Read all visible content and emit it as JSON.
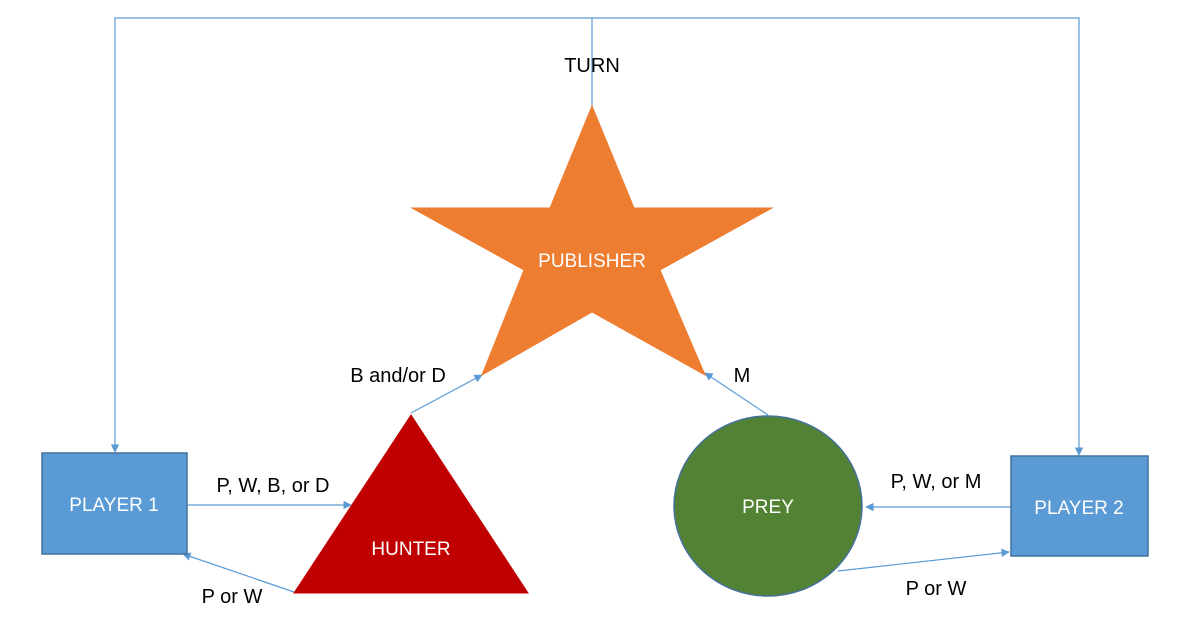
{
  "nodes": {
    "publisher": {
      "label": "PUBLISHER",
      "color": "#ed7d31"
    },
    "hunter": {
      "label": "HUNTER",
      "color": "#c00000"
    },
    "prey": {
      "label": "PREY",
      "color": "#548235"
    },
    "player1": {
      "label": "PLAYER 1",
      "color": "#5b9bd5"
    },
    "player2": {
      "label": "PLAYER 2",
      "color": "#5b9bd5"
    }
  },
  "edges": {
    "turn": "TURN",
    "hunter_to_publisher": "B and/or D",
    "prey_to_publisher": "M",
    "player1_to_hunter": "P, W, B, or D",
    "hunter_to_player1": "P or W",
    "player2_to_prey": "P, W, or M",
    "prey_to_player2": "P or W"
  },
  "colors": {
    "edge": "#5b9bd5",
    "node_outline": "#41719c"
  }
}
